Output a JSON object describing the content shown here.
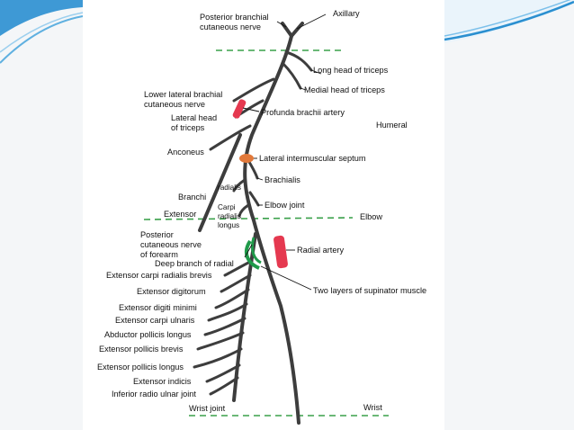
{
  "colors": {
    "background": "#f4f6f8",
    "accent_wave": "#1e88c8",
    "nerve": "#3d3d3d",
    "guide_line": "#3aa04a",
    "artery": "#e53950",
    "septum": "#e2793a",
    "supinator": "#1f9a4a"
  },
  "labels": {
    "axillary": "Axillary",
    "posterior_brachial_1": "Posterior branchial",
    "posterior_brachial_2": "cutaneous nerve",
    "long_head_triceps": "Long head of triceps",
    "medial_head_triceps": "Medial head of triceps",
    "lower_lateral_1": "Lower lateral brachial",
    "lower_lateral_2": "cutaneous nerve",
    "lateral_head_1": "Lateral head",
    "lateral_head_2": "of triceps",
    "profunda": "Profunda brachii artery",
    "humeral": "Humeral",
    "anconeus": "Anconeus",
    "lateral_septum": "Lateral intermuscular septum",
    "radialis": "radialis",
    "brachialis": "Brachialis",
    "branchi": "Branchi",
    "elbow_joint": "Elbow joint",
    "extensor": "Extensor",
    "carpi": "Carpi",
    "radialis2": "radialis",
    "longus": "longus",
    "elbow": "Elbow",
    "post_cut_1": "Posterior",
    "post_cut_2": "cutaneous nerve",
    "post_cut_3": "of forearm",
    "radial_artery": "Radial artery",
    "deep_branch": "Deep branch of radial",
    "ecrb": "Extensor carpi radialis brevis",
    "two_layers": "Two layers of supinator muscle",
    "ext_digitorum": "Extensor digitorum",
    "ext_digiti_minimi": "Extensor digiti minimi",
    "ext_carpi_ulnaris": "Extensor carpi ulnaris",
    "abd_pollicis_longus": "Abductor pollicis longus",
    "ext_pollicis_brevis": "Extensor pollicis brevis",
    "ext_pollicis_longus": "Extensor pollicis longus",
    "ext_indicis": "Extensor indicis",
    "inferior_radio_ulnar": "Inferior radio ulnar joint",
    "wrist_joint": "Wrist joint",
    "wrist": "Wrist"
  }
}
